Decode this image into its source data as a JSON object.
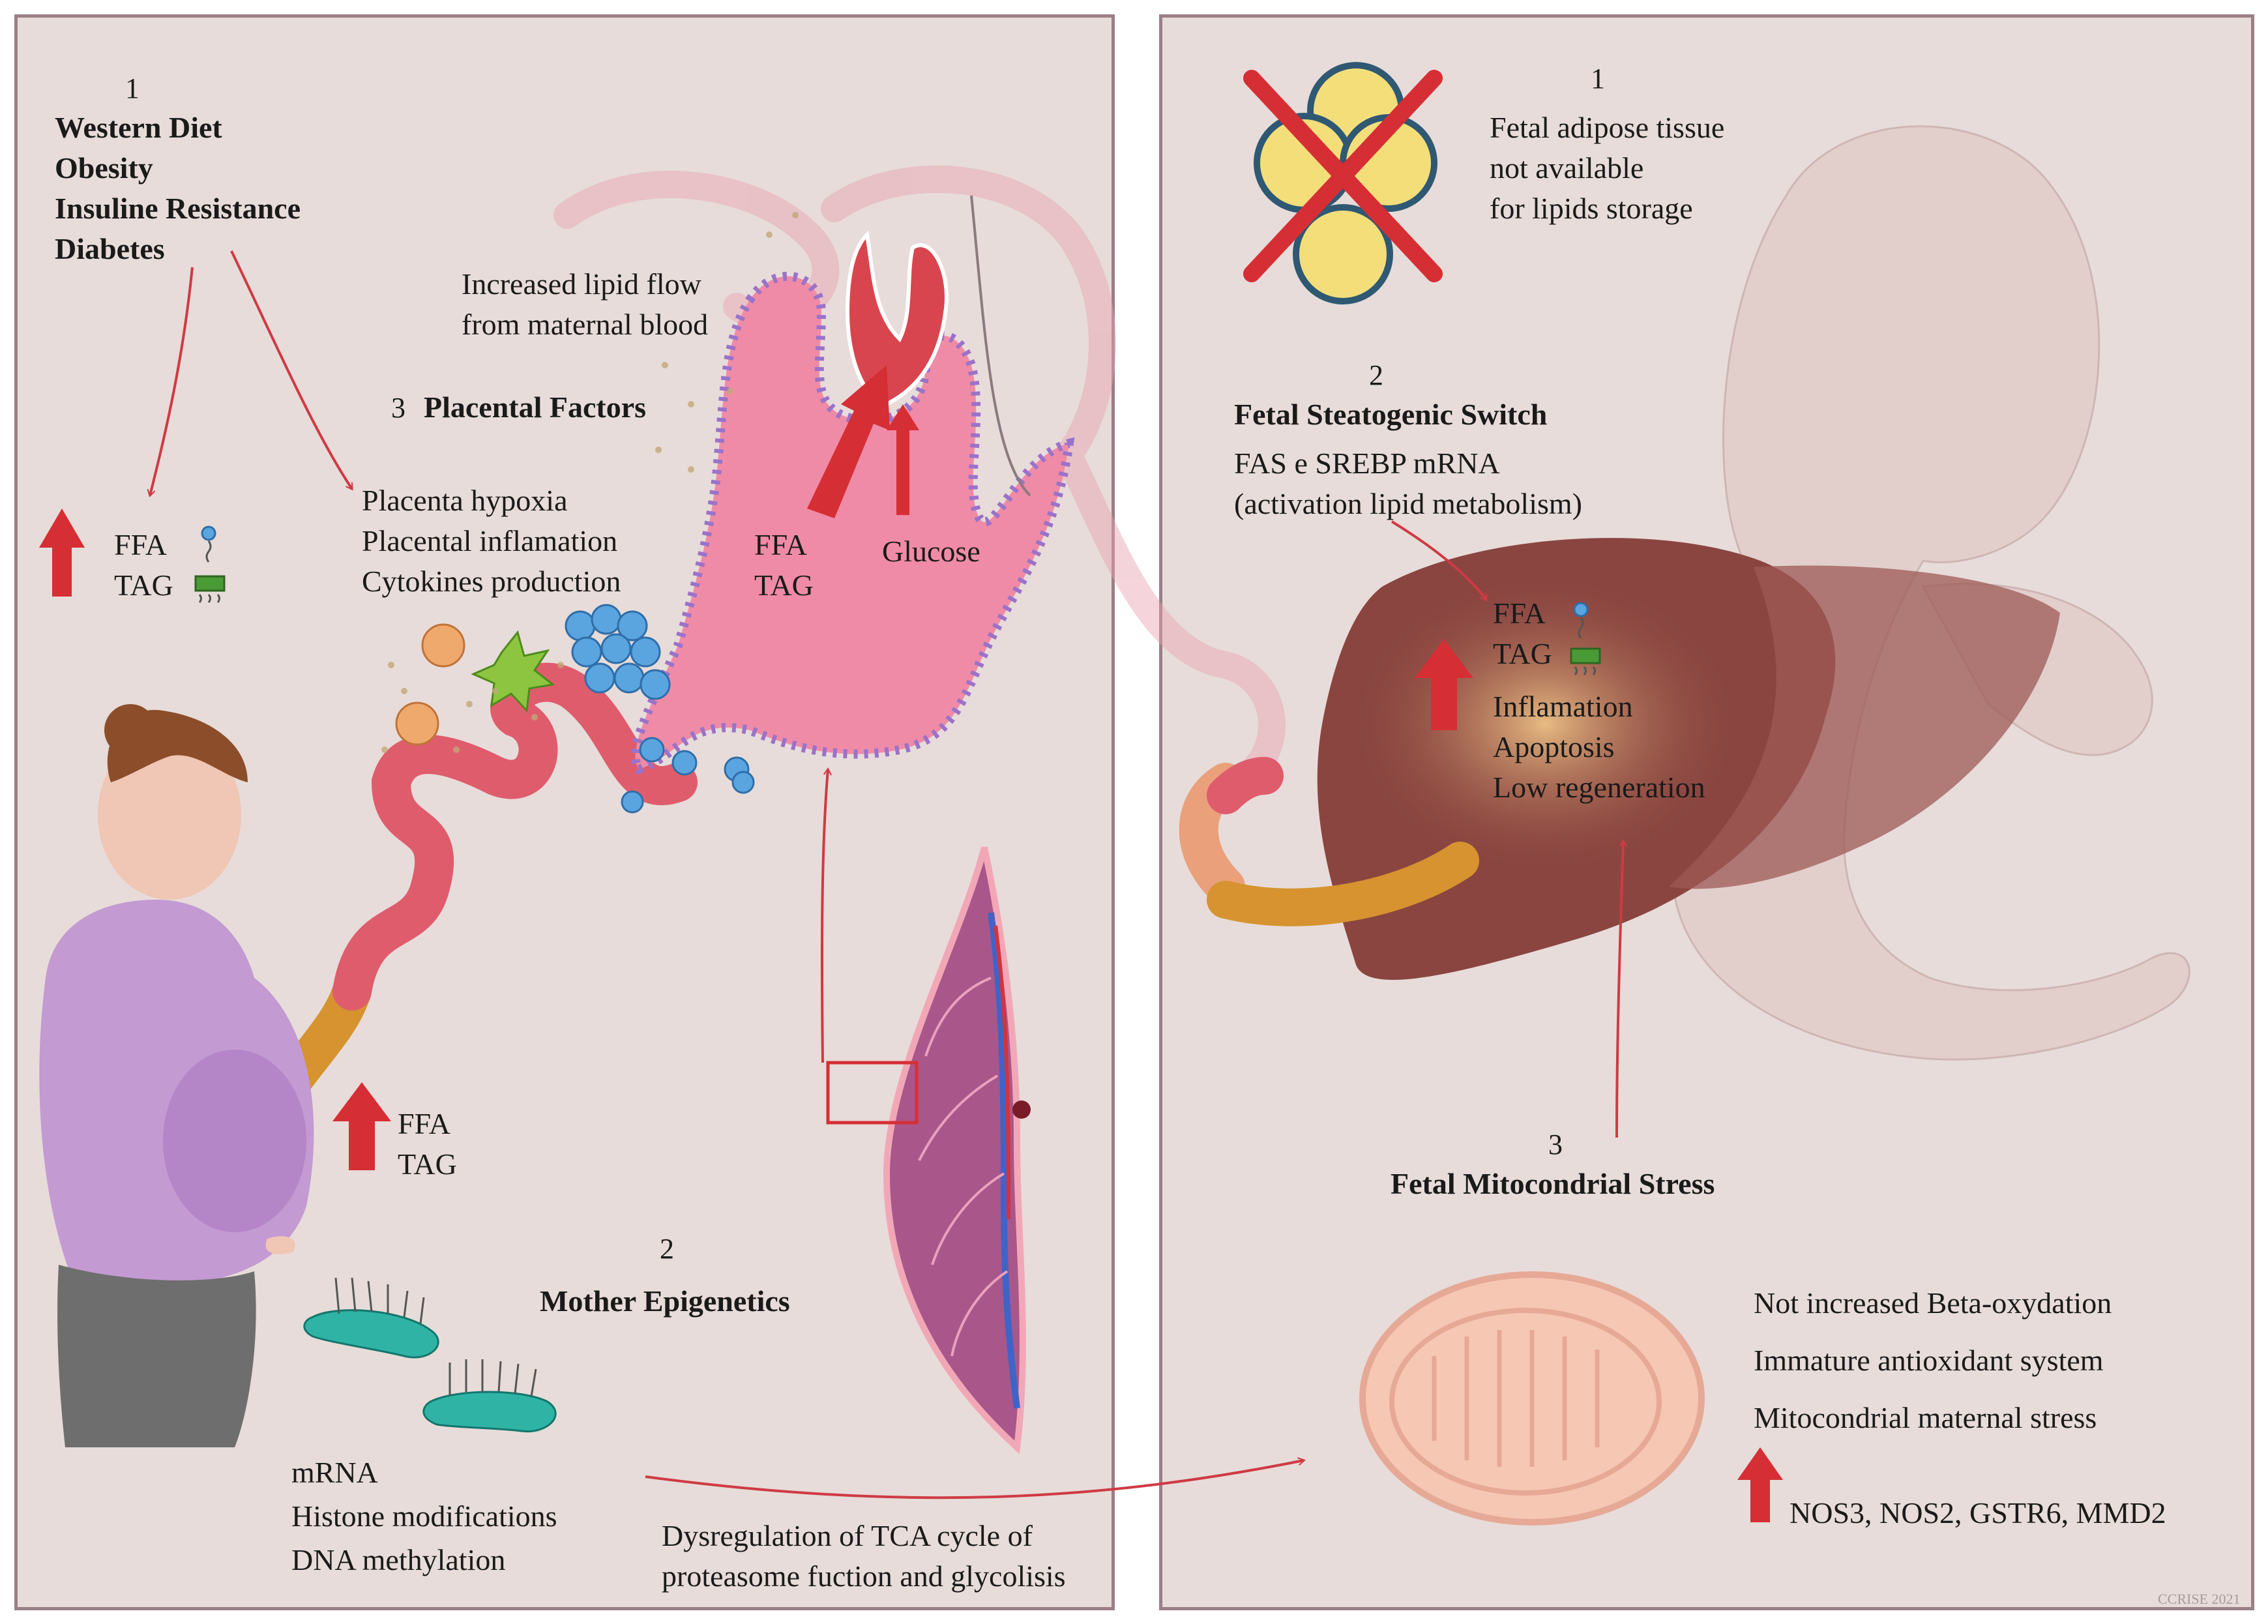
{
  "left_panel": {
    "risk_factors": {
      "number": "1",
      "lines": [
        "Western Diet",
        "Obesity",
        "Insuline Resistance",
        "Diabetes"
      ]
    },
    "maternal_lipids": {
      "lines": [
        "FFA",
        "TAG"
      ]
    },
    "placental_factors": {
      "number": "3",
      "title": "Placental Factors",
      "lines": [
        "Placenta hypoxia",
        "Placental inflamation",
        "Cytokines production"
      ]
    },
    "lipid_flow": {
      "lines": [
        "Increased lipid flow",
        "from maternal blood"
      ]
    },
    "villus_labels": {
      "lipids": [
        "FFA",
        "TAG"
      ],
      "glucose": "Glucose"
    },
    "cord_lipids": {
      "lines": [
        "FFA",
        "TAG"
      ]
    },
    "epigenetics": {
      "number": "2",
      "title": "Mother Epigenetics",
      "lines": [
        "mRNA",
        "Histone modifications",
        "DNA methylation"
      ]
    },
    "dysregulation": {
      "lines": [
        "Dysregulation of TCA cycle of",
        "proteasome fuction and glycolisis"
      ]
    }
  },
  "right_panel": {
    "adipose": {
      "number": "1",
      "lines": [
        "Fetal adipose tissue",
        "not available",
        "for lipids storage"
      ]
    },
    "steatogenic": {
      "number": "2",
      "title": "Fetal Steatogenic Switch",
      "lines": [
        "FAS e SREBP mRNA",
        "(activation lipid metabolism)"
      ]
    },
    "liver_effects": {
      "lipids": [
        "FFA",
        "TAG"
      ],
      "lines": [
        "Inflamation",
        "Apoptosis",
        "Low regeneration"
      ]
    },
    "mito_stress": {
      "number": "3",
      "title": "Fetal Mitocondrial Stress"
    },
    "mito_effects": {
      "lines": [
        "Not increased Beta-oxydation",
        "Immature antioxidant system",
        "Mitocondrial maternal stress"
      ],
      "genes": "NOS3, NOS2, GSTR6, MMD2"
    },
    "credit": "CCRISE 2021"
  },
  "colors": {
    "panel_bg": "#e7dcd9",
    "border": "#9a7f86",
    "arrow": "#d62e35",
    "thin_arrow": "#cf3a44",
    "placenta": "#ef8ba6",
    "liver": "#8a4540",
    "cord": "#e06070"
  }
}
